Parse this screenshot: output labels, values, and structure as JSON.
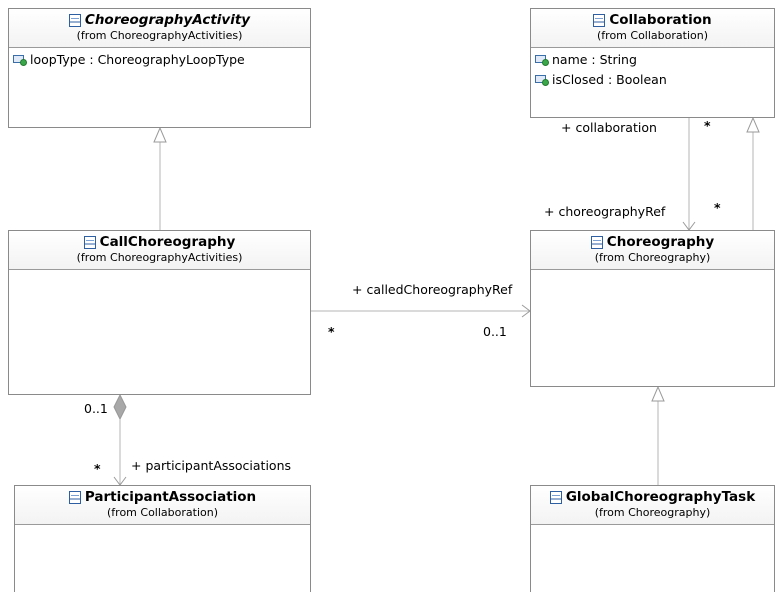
{
  "classes": {
    "choreography_activity": {
      "name": "ChoreographyActivity",
      "from": "(from ChoreographyActivities)",
      "attributes": [
        "loopType : ChoreographyLoopType"
      ]
    },
    "collaboration": {
      "name": "Collaboration",
      "from": "(from Collaboration)",
      "attributes": [
        "name : String",
        "isClosed : Boolean"
      ]
    },
    "call_choreography": {
      "name": "CallChoreography",
      "from": "(from ChoreographyActivities)"
    },
    "choreography": {
      "name": "Choreography",
      "from": "(from Choreography)"
    },
    "participant_association": {
      "name": "ParticipantAssociation",
      "from": "(from Collaboration)"
    },
    "global_choreography_task": {
      "name": "GlobalChoreographyTask",
      "from": "(from Choreography)"
    }
  },
  "associations": {
    "collaboration_role": "+ collaboration",
    "collaboration_mult": "*",
    "choreography_ref_role": "+ choreographyRef",
    "choreography_ref_mult": "*",
    "called_ref_role": "+ calledChoreographyRef",
    "called_source_mult": "*",
    "called_target_mult": "0..1",
    "participant_source_mult": "0..1",
    "participant_target_mult": "*",
    "participant_role": "+ participantAssociations"
  },
  "colors": {
    "line": "#b4b4b4",
    "border": "#8a8a8a",
    "icon_blue": "#2f5fa3",
    "attr_green": "#3aa84a",
    "composition_diamond": "#a8a8a8"
  }
}
